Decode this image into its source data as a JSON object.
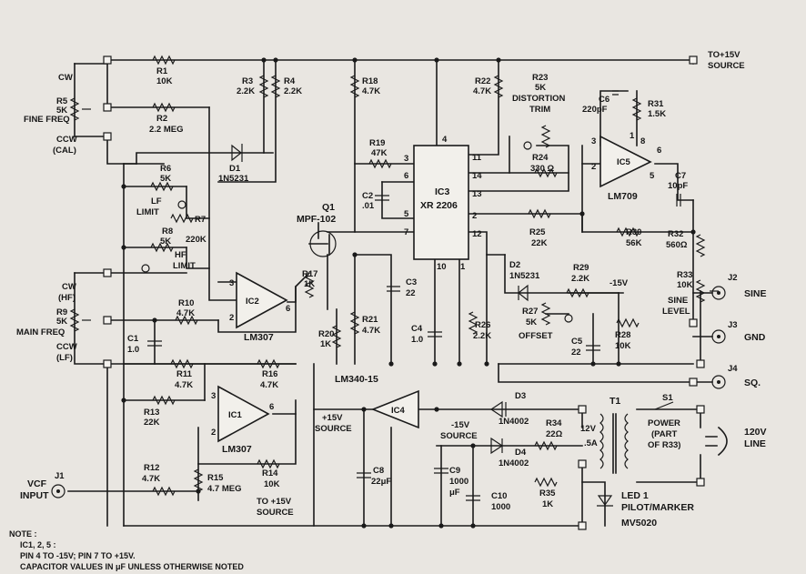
{
  "labels": {
    "to_15v_source": "TO+15V",
    "to_15v_source_2": "SOURCE",
    "cw_top": "CW",
    "r5": "R5",
    "r5_val": "5K",
    "fine_freq": "FINE FREQ",
    "ccw_top": "CCW",
    "cal": "(CAL)",
    "r1": "R1",
    "r1_val": "10K",
    "r2": "R2",
    "r2_val": "2.2 MEG",
    "r3": "R3",
    "r3_val": "2.2K",
    "r4": "R4",
    "r4_val": "2.2K",
    "r18": "R18",
    "r18_val": "4.7K",
    "r22": "R22",
    "r22_val": "4.7K",
    "r23": "R23",
    "r23_val": "5K",
    "distortion": "DISTORTION",
    "trim": "TRIM",
    "c6": "C6",
    "c6_val": "220pF",
    "r31": "R31",
    "r31_val": "1.5K",
    "d1_q": "D1",
    "d1_part": "1N5231",
    "r6": "R6",
    "r6_val": "5K",
    "lf_limit_1": "LF",
    "lf_limit_2": "LIMIT",
    "r7": "R7",
    "r7_val": "220K",
    "r19": "R19",
    "r19_val": "47K",
    "c2": "C2",
    "c2_val": ".01",
    "ic3": "IC3",
    "ic3_part": "XR 2206",
    "r24": "R24",
    "r24_val": "330 Ω",
    "ic5": "IC5",
    "ic5_part": "LM709",
    "c7": "C7",
    "c7_val": "10pF",
    "q1": "Q1",
    "q1_part": "MPF-102",
    "r8": "R8",
    "r8_val": "5K",
    "hf_limit_1": "HF",
    "hf_limit_2": "LIMIT",
    "r25": "R25",
    "r25_val": "22K",
    "r30": "R30",
    "r30_val": "56K",
    "r32": "R32",
    "r32_val": "560Ω",
    "cw_main": "CW",
    "hf": "(HF)",
    "r9": "R9",
    "r9_val": "5K",
    "main_freq": "MAIN FREQ",
    "ccw_main": "CCW",
    "lf": "(LF)",
    "r17": "R17",
    "r17_val": "1K",
    "ic2": "IC2",
    "ic2_part": "LM307",
    "r10": "R10",
    "r10_val": "4.7K",
    "c1": "C1",
    "c1_val": "1.0",
    "c3": "C3",
    "c3_val": "22",
    "d2": "D2",
    "d2_part": "1N5231",
    "r29": "R29",
    "r29_val": "2.2K",
    "minus15v": "-15V",
    "r33": "R33",
    "r33_val": "10K",
    "sine_level_1": "SINE",
    "sine_level_2": "LEVEL",
    "j2": "J2",
    "sine": "SINE",
    "r20": "R20",
    "r20_val": "1K",
    "r21": "R21",
    "r21_val": "4.7K",
    "c4": "C4",
    "c4_val": "1.0",
    "r26": "R26",
    "r26_val": "2.2K",
    "r27": "R27",
    "r27_val": "5K",
    "offset": "OFFSET",
    "c5": "C5",
    "c5_val": "22",
    "r28": "R28",
    "r28_val": "10K",
    "j3": "J3",
    "gnd": "GND",
    "j4": "J4",
    "sq": "SQ.",
    "r11": "R11",
    "r11_val": "4.7K",
    "r16": "R16",
    "r16_val": "4.7K",
    "lm340": "LM340-15",
    "r13": "R13",
    "r13_val": "22K",
    "ic1": "IC1",
    "ic1_part": "LM307",
    "plus15v_source_1": "+15V",
    "plus15v_source_2": "SOURCE",
    "ic4": "IC4",
    "d3": "D3",
    "d3_part": "1N4002",
    "t1": "T1",
    "s1": "S1",
    "power": "POWER",
    "part_of_1": "(PART",
    "part_of_2": "OF R33)",
    "v120_1": "120V",
    "v120_2": "LINE",
    "minus15v_source_1": "-15V",
    "minus15v_source_2": "SOURCE",
    "r34": "R34",
    "r34_val": "22Ω",
    "t1_12v": "12V",
    "t1_5a": ".5A",
    "r12": "R12",
    "r12_val": "4.7K",
    "r14": "R14",
    "r14_val": "10K",
    "vcf_1": "VCF",
    "vcf_2": "INPUT",
    "j1": "J1",
    "r15": "R15",
    "r15_val": "4.7 MEG",
    "to15v_2_1": "TO +15V",
    "to15v_2_2": "SOURCE",
    "c8": "C8",
    "c8_val": "22μF",
    "c9": "C9",
    "c9_val_1": "1000",
    "c9_val_2": "μF",
    "c10": "C10",
    "c10_val": "1000",
    "d4": "D4",
    "d4_part": "1N4002",
    "r35": "R35",
    "r35_val": "1K",
    "led1_1": "LED 1",
    "led1_2": "PILOT/MARKER",
    "led1_3": "MV5020",
    "pin4": "4",
    "pin3": "3",
    "pin6": "6",
    "pin5": "5",
    "pin7": "7",
    "pin11": "11",
    "pin14": "14",
    "pin13": "13",
    "pin2": "2",
    "pin12": "12",
    "pin10": "10",
    "pin1": "1",
    "ic5_p3": "3",
    "ic5_p2": "2",
    "ic5_p8": "8",
    "ic5_p1": "1",
    "ic5_p6": "6",
    "ic5_p5": "5",
    "ic2_p3": "3",
    "ic2_p2": "2",
    "ic2_p6": "6",
    "ic1_p3": "3",
    "ic1_p2": "2",
    "ic1_p6": "6",
    "note_1": "NOTE :",
    "note_2": "IC1, 2, 5 :",
    "note_3": "PIN 4 TO -15V; PIN 7 TO +15V.",
    "note_4": "CAPACITOR VALUES IN μF UNLESS OTHERWISE NOTED"
  }
}
